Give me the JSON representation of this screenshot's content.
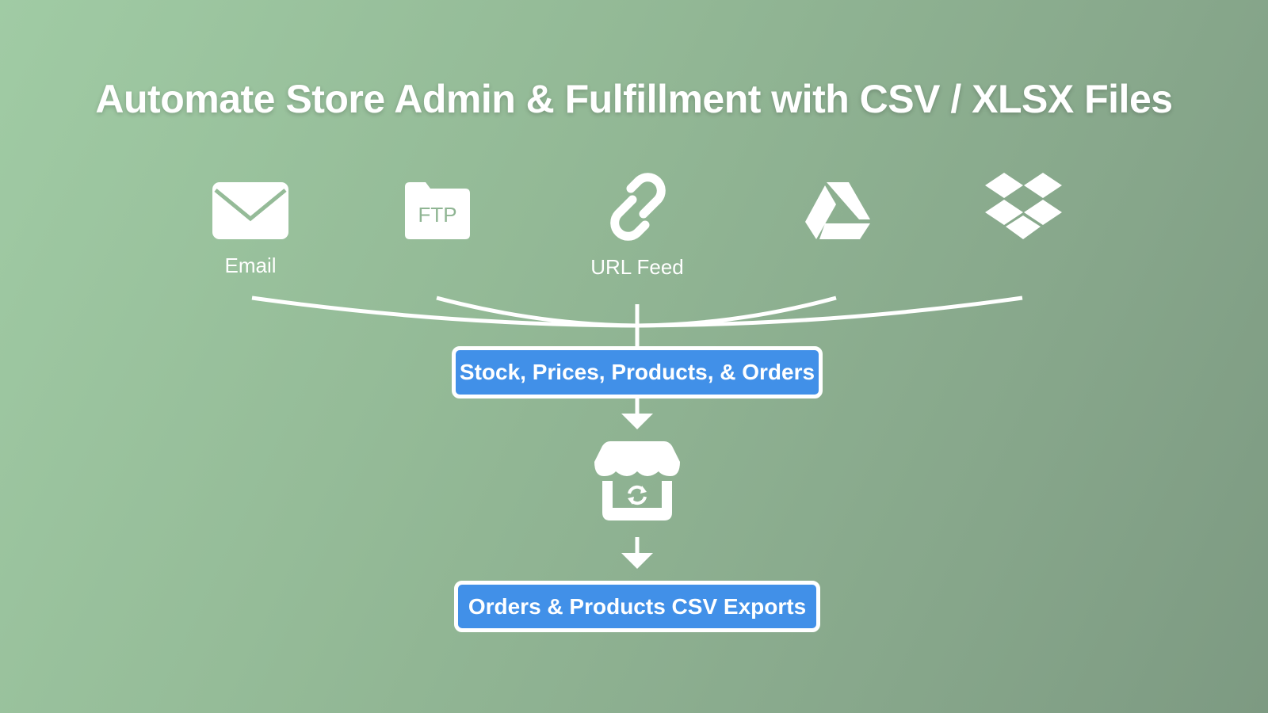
{
  "title": "Automate Store Admin & Fulfillment with CSV / XLSX Files",
  "sources": [
    {
      "icon": "email-icon",
      "label": "Email"
    },
    {
      "icon": "ftp-folder-icon",
      "icon_text": "FTP"
    },
    {
      "icon": "link-icon",
      "label": "URL Feed"
    },
    {
      "icon": "google-drive-icon"
    },
    {
      "icon": "dropbox-icon"
    }
  ],
  "import_box": "Stock, Prices, Products, & Orders",
  "store_icon": "store-sync-icon",
  "export_box": "Orders & Products CSV Exports",
  "colors": {
    "box": "#4190e8",
    "background_start": "#a0cba4",
    "background_end": "#7d9a82"
  }
}
